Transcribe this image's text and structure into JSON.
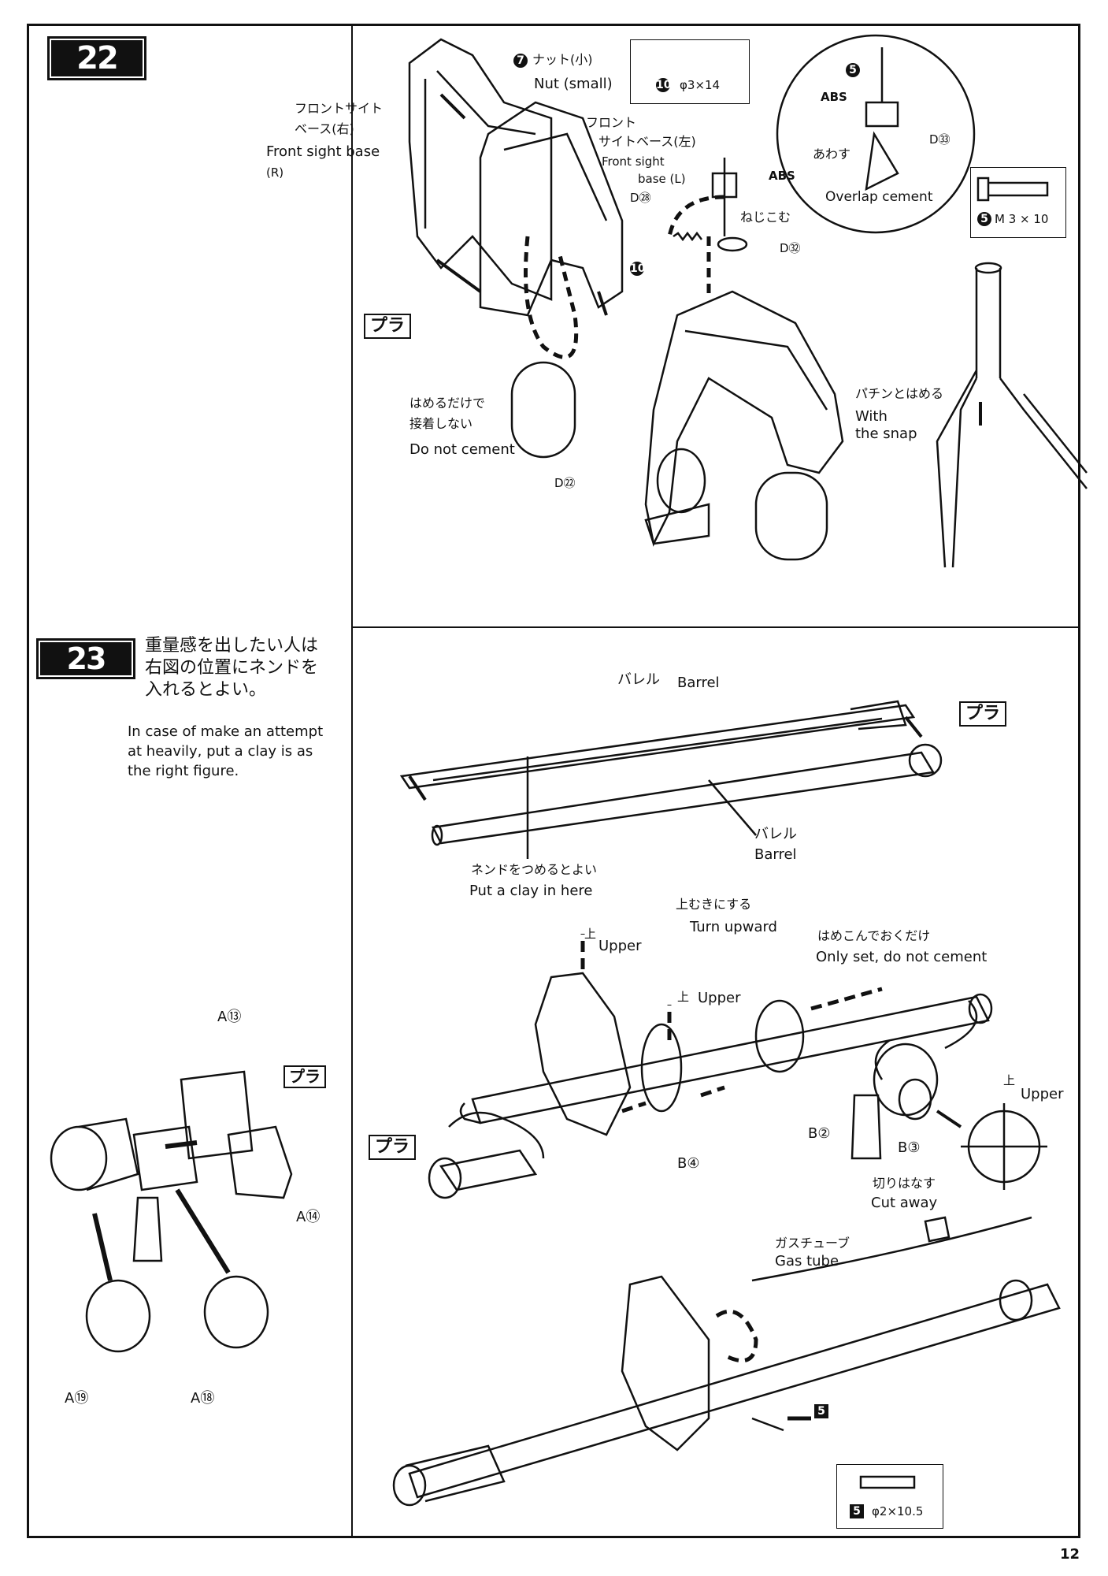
{
  "page_number": "12",
  "step22": {
    "number": "22",
    "part_boxes": {
      "spring": {
        "ref": "10",
        "spec": "φ3×14"
      },
      "screw": {
        "ref": "5",
        "spec": "M 3 × 10"
      }
    },
    "labels": {
      "nut_ref": "7",
      "nut_jp": "ナット(小)",
      "nut_en": "Nut (small)",
      "fsb_r_jp1": "フロントサイト",
      "fsb_r_jp2": "ベース(右)",
      "fsb_r_en": "Front sight base",
      "fsb_r_en2": "(R)",
      "fsb_l_jp1": "フロント",
      "fsb_l_jp2": "サイトベース(左)",
      "fsb_l_en1": "Front sight",
      "fsb_l_en2": "base (L)",
      "d28": "D㉘",
      "d32": "D㉜",
      "d33": "D㉝",
      "d22": "D㉒",
      "spring_ref": "10",
      "screw_in_jp": "ねじこむ",
      "overlap_jp": "あわす",
      "overlap_en": "Overlap cement",
      "abs": "ABS",
      "pura": "プラ",
      "no_cement_jp1": "はめるだけで",
      "no_cement_jp2": "接着しない",
      "no_cement_en": "Do not cement",
      "snap_jp": "パチンとはめる",
      "snap_en1": "With",
      "snap_en2": "the snap",
      "screw_ref": "5"
    }
  },
  "step23": {
    "number": "23",
    "note_jp": [
      "重量感を出したい人は",
      "右図の位置にネンドを",
      "入れるとよい。"
    ],
    "note_en": [
      "In case of make an attempt",
      "at heavily, put a clay is as",
      "the right figure."
    ],
    "part_box": {
      "ref": "5",
      "spec": "φ2×10.5"
    },
    "labels": {
      "barrel_top_jp": "バレル",
      "barrel_top_en": "Barrel",
      "barrel_bot_jp": "バレル",
      "barrel_bot_en": "Barrel",
      "clay_jp": "ネンドをつめるとよい",
      "clay_en": "Put a clay in here",
      "turn_jp": "上むきにする",
      "turn_en": "Turn upward",
      "upper_jp": "上",
      "upper_en": "Upper",
      "upper2_jp": "上",
      "upper2_en": "Upper",
      "upper3_jp": "上",
      "upper3_en": "Upper",
      "set_jp": "はめこんでおくだけ",
      "set_en": "Only set, do not cement",
      "b2": "B②",
      "b3": "B③",
      "b4": "B④",
      "cut_jp": "切りはなす",
      "cut_en": "Cut away",
      "gas_jp": "ガスチューブ",
      "gas_en": "Gas tube",
      "pin_ref": "5",
      "a13": "A⑬",
      "a14": "A⑭",
      "a18": "A⑱",
      "a19": "A⑲",
      "pura": "プラ",
      "pura2": "プラ",
      "pura3": "プラ"
    }
  }
}
